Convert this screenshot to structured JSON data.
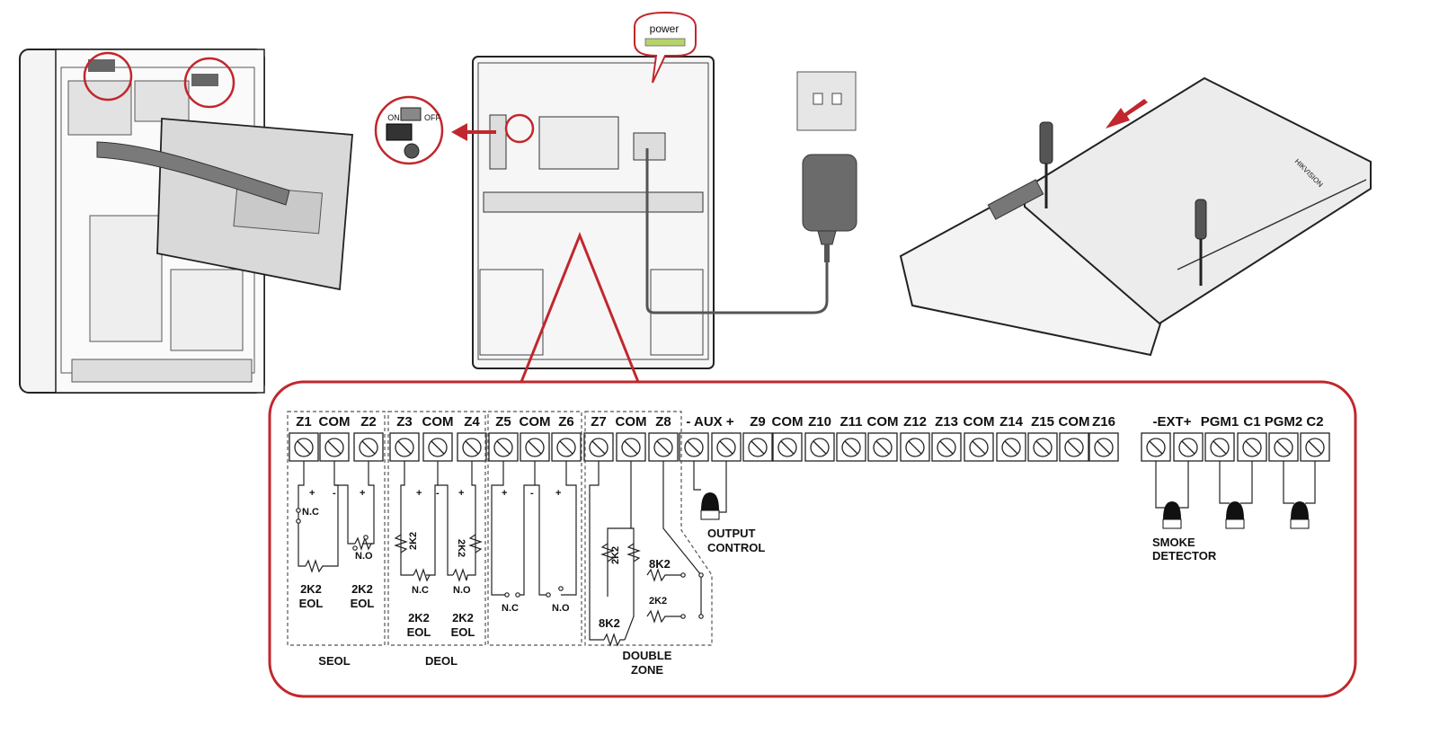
{
  "colors": {
    "accent": "#c1272d",
    "line": "#222222",
    "device_fill": "#ececec",
    "device_dark": "#6b6b6b",
    "led": "#b6d36b"
  },
  "power_callout": {
    "label": "power"
  },
  "switch_callout": {
    "on_label": "ON",
    "off_label": "OFF"
  },
  "brand_mark": "HIKVISION",
  "terminals": [
    "Z1",
    "COM",
    "Z2",
    "Z3",
    "COM",
    "Z4",
    "Z5",
    "COM",
    "Z6",
    "Z7",
    "COM",
    "Z8",
    "- AUX +",
    "Z9",
    "COM",
    "Z10",
    "Z11",
    "COM",
    "Z12",
    "Z13",
    "COM",
    "Z14",
    "Z15",
    "COM",
    "Z16",
    "-EXT+",
    "PGM1",
    "C1",
    "PGM2",
    "C2"
  ],
  "groups": {
    "seol": {
      "title": "SEOL",
      "contact_nc": "N.C",
      "contact_no": "N.O",
      "res_left": "2K2",
      "res_left_sub": "EOL",
      "res_right": "2K2",
      "res_right_sub": "EOL"
    },
    "deol": {
      "title": "DEOL",
      "res_a": "2K2",
      "res_b": "2K2",
      "contact_nc": "N.C",
      "contact_no": "N.O",
      "eol_left": "2K2",
      "eol_left_sub": "EOL",
      "eol_right": "2K2",
      "eol_right_sub": "EOL"
    },
    "nc_no": {
      "contact_nc": "N.C",
      "contact_no": "N.O"
    },
    "double_zone": {
      "title_1": "DOUBLE",
      "title_2": "ZONE",
      "res_top": "2K2",
      "res_mid": "8K2",
      "res_low": "2K2",
      "res_bottom": "8K2"
    }
  },
  "output_control": {
    "line1": "OUTPUT",
    "line2": "CONTROL"
  },
  "smoke_detector": {
    "line1": "SMOKE",
    "line2": "DETECTOR"
  },
  "polarity": {
    "plus": "+",
    "minus": "-"
  }
}
